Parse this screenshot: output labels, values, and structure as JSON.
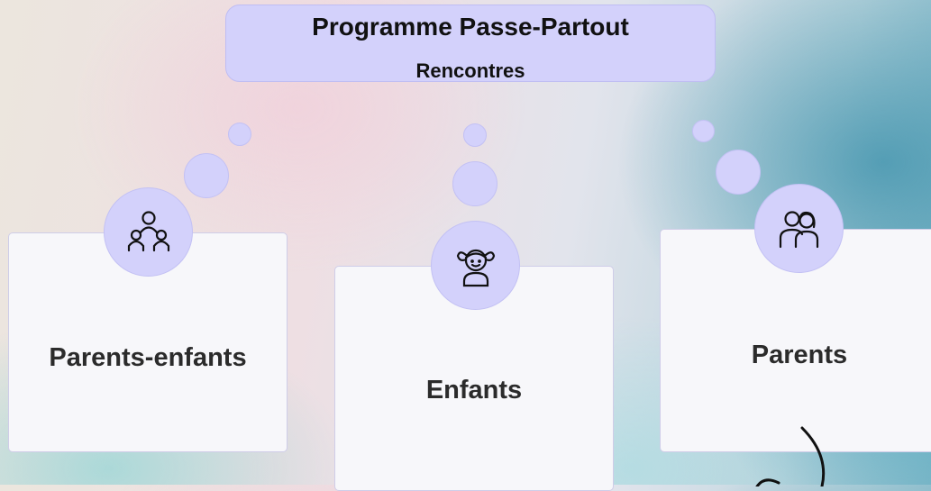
{
  "header": {
    "title": "Programme Passe-Partout",
    "subtitle": "Rencontres"
  },
  "cards": [
    {
      "label": "Parents-enfants",
      "icon": "family-icon"
    },
    {
      "label": "Enfants",
      "icon": "child-icon"
    },
    {
      "label": "Parents",
      "icon": "parents-icon"
    }
  ],
  "colors": {
    "accent": "#d3d1fb",
    "card_bg": "#f7f7fa",
    "text": "#2b2b2b"
  }
}
